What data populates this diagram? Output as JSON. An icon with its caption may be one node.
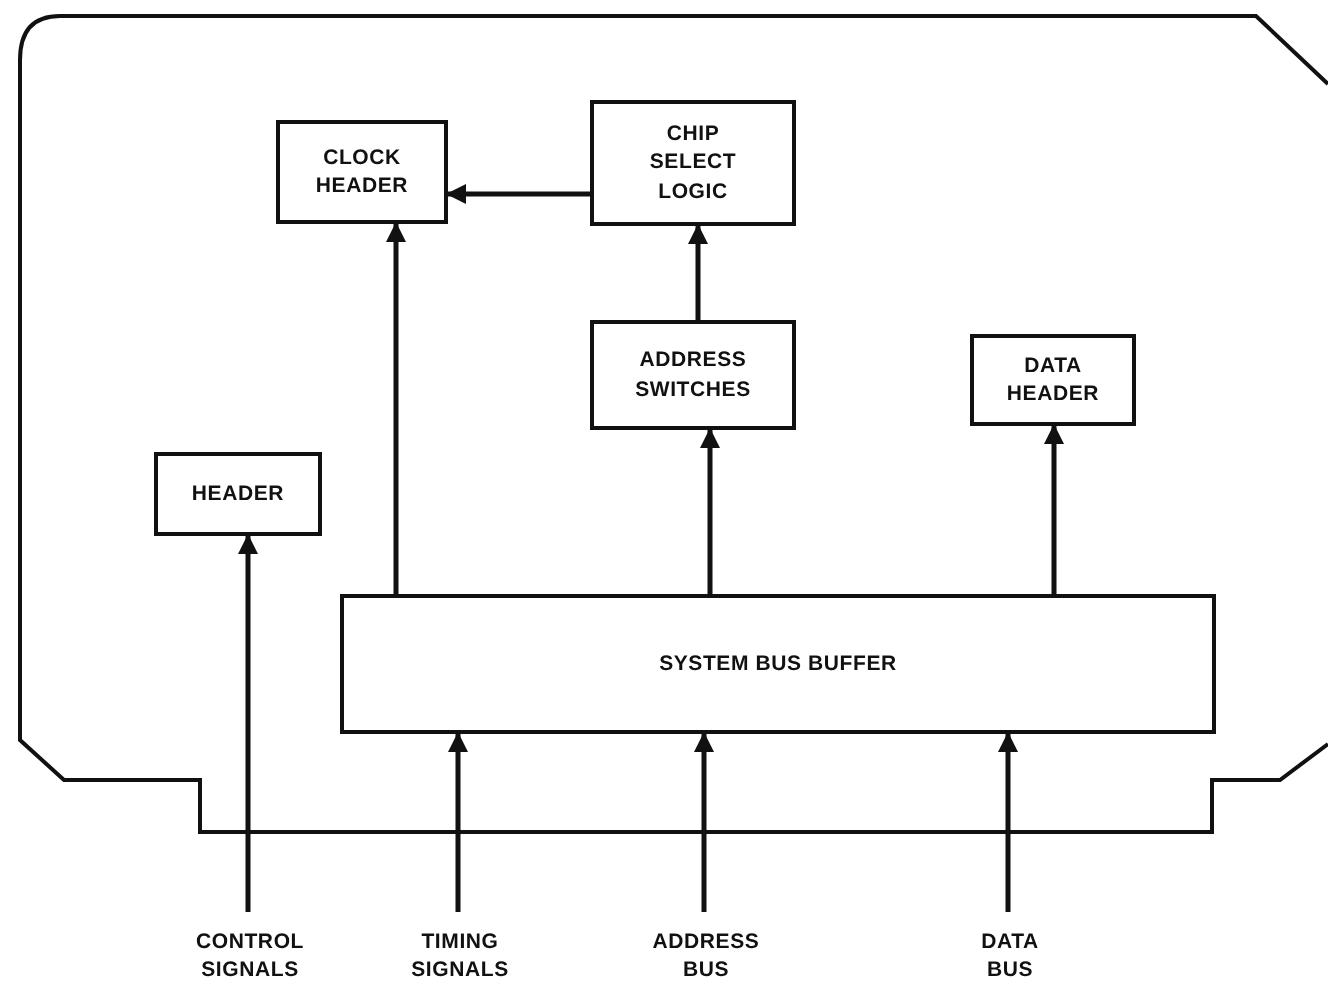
{
  "diagram": {
    "nodes": [
      {
        "text": [
          "CLOCK HEADER"
        ]
      },
      {
        "text": [
          "CHIP SELECT LOGIC"
        ]
      },
      {
        "text": [
          "ADDRESS SWITCHES"
        ]
      },
      {
        "text": [
          "DATA HEADER"
        ]
      },
      {
        "text": [
          "HEADER"
        ]
      },
      {
        "text": [
          "SYSTEM BUS BUFFER"
        ]
      },
      {
        "text": [
          "CONTROL SIGNALS"
        ]
      },
      {
        "text": [
          "TIMING SIGNALS"
        ]
      },
      {
        "text": [
          "ADDRESS BUS"
        ]
      },
      {
        "text": [
          "DATA BUS"
        ]
      }
    ],
    "edges": [
      {
        "from": 1,
        "to": 0,
        "arrow": "to"
      },
      {
        "from": 2,
        "to": 1,
        "arrow": "to"
      },
      {
        "from": 5,
        "to": 0,
        "arrow": "to"
      },
      {
        "from": 5,
        "to": 2,
        "arrow": "to"
      },
      {
        "from": 5,
        "to": 3,
        "arrow": "to"
      },
      {
        "from": 6,
        "to": 4,
        "arrow": "to"
      },
      {
        "from": 7,
        "to": 5,
        "arrow": "to"
      },
      {
        "from": 8,
        "to": 5,
        "arrow": "to"
      },
      {
        "from": 9,
        "to": 5,
        "arrow": "to"
      }
    ]
  }
}
